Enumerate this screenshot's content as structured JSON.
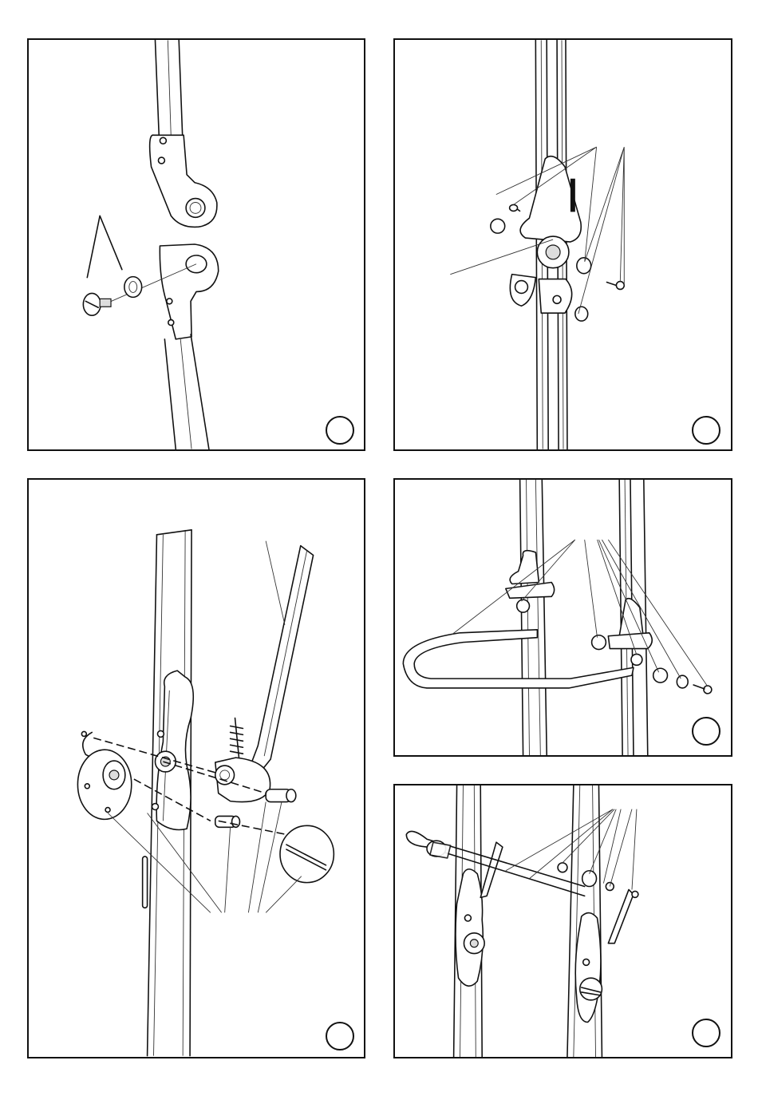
{
  "panels": [
    {
      "id": "p1",
      "step_label": "",
      "icon": "pivot-bolt-assembly"
    },
    {
      "id": "p2",
      "step_label": "",
      "icon": "bracket-bolt-assembly"
    },
    {
      "id": "p3",
      "step_label": "",
      "icon": "hinge-plate-exploded-view"
    },
    {
      "id": "p4",
      "step_label": "",
      "icon": "loop-bracket-assembly"
    },
    {
      "id": "p5",
      "step_label": "",
      "icon": "cable-rod-assembly"
    }
  ]
}
